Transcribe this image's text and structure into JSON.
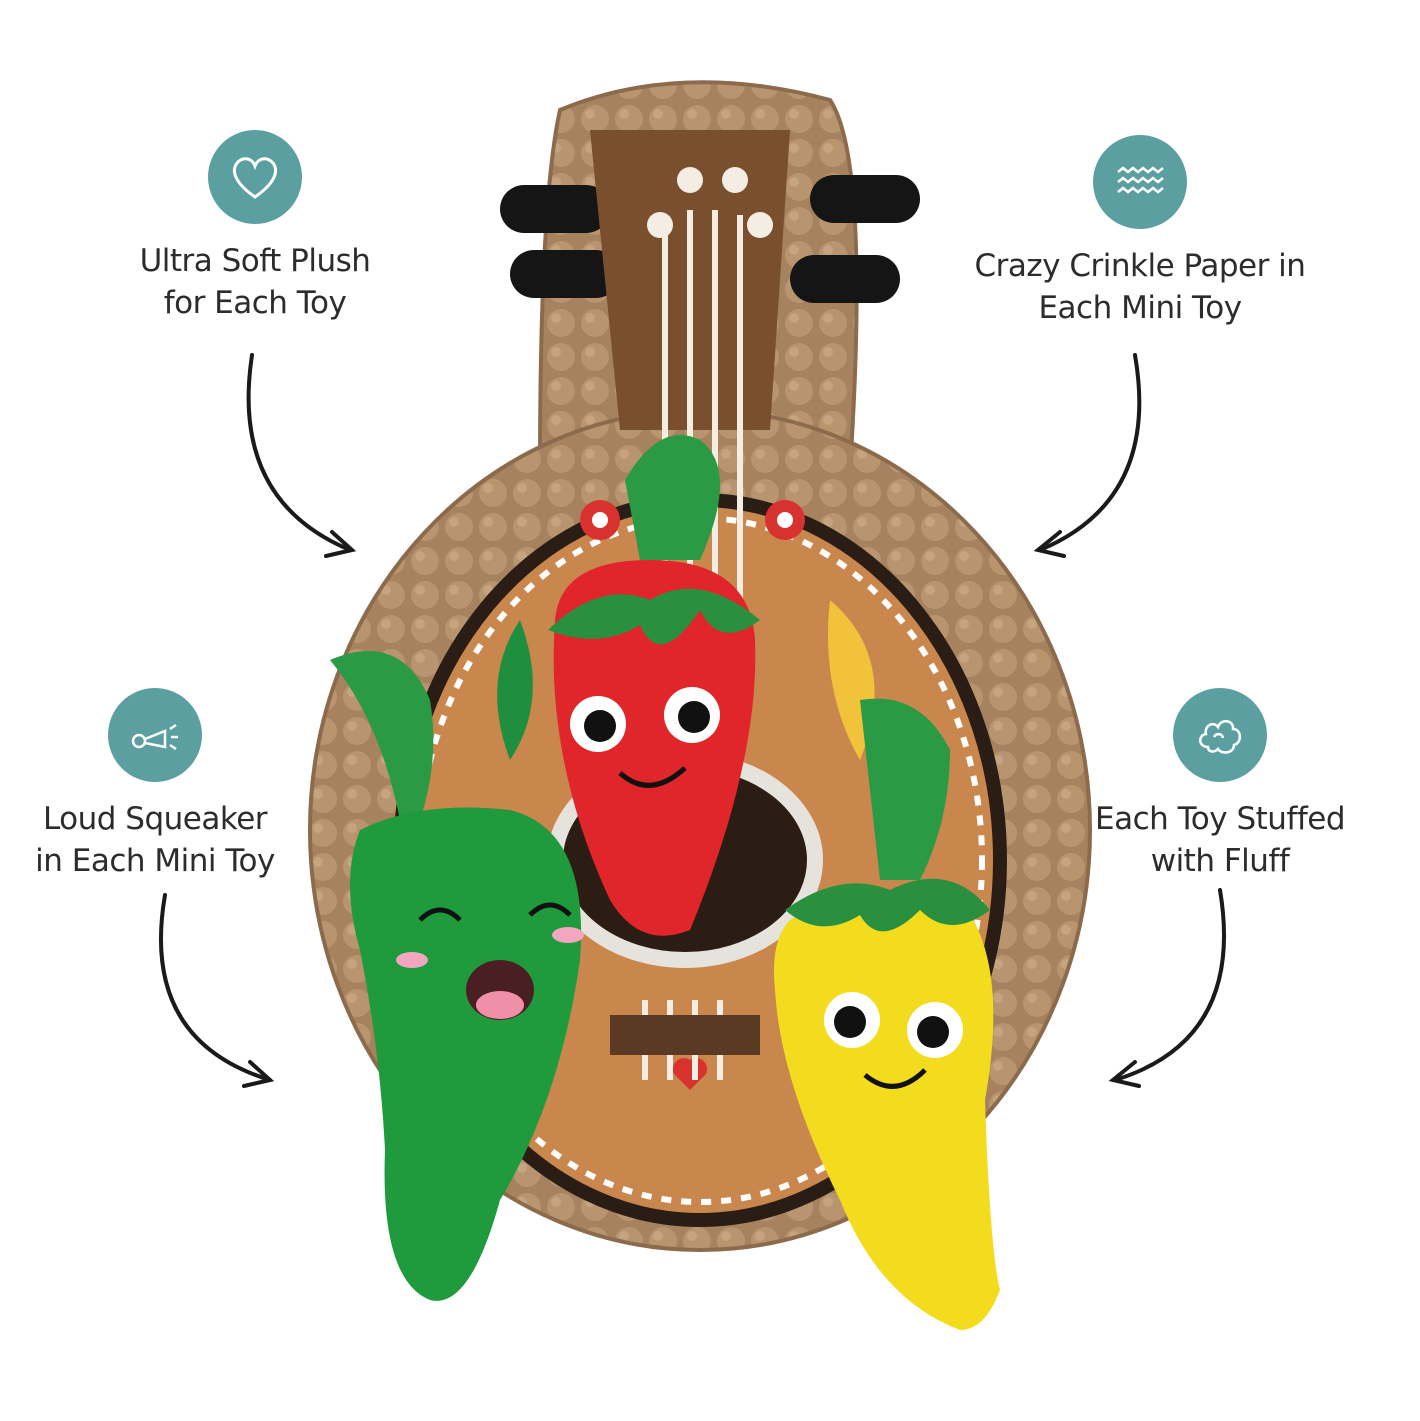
{
  "features": [
    {
      "id": "plush",
      "icon": "heart-icon",
      "lines": [
        "Ultra Soft Plush",
        "for Each Toy"
      ]
    },
    {
      "id": "crinkle",
      "icon": "wave-lines-icon",
      "lines": [
        "Crazy Crinkle Paper in",
        "Each Mini Toy"
      ]
    },
    {
      "id": "squeaker",
      "icon": "horn-icon",
      "lines": [
        "Loud Squeaker",
        "in Each Mini Toy"
      ]
    },
    {
      "id": "fluff",
      "icon": "cloud-fluff-icon",
      "lines": [
        "Each Toy Stuffed",
        "with Fluff"
      ]
    }
  ],
  "colors": {
    "badge": "#5c9fa0",
    "plush_brown": "#a27e5e",
    "guitar_neck": "#7a4f2e",
    "body_orange": "#c9874e",
    "red_pepper": "#e0262a",
    "green_pepper": "#1f9a3c",
    "yellow_pepper": "#f3dc1e"
  }
}
